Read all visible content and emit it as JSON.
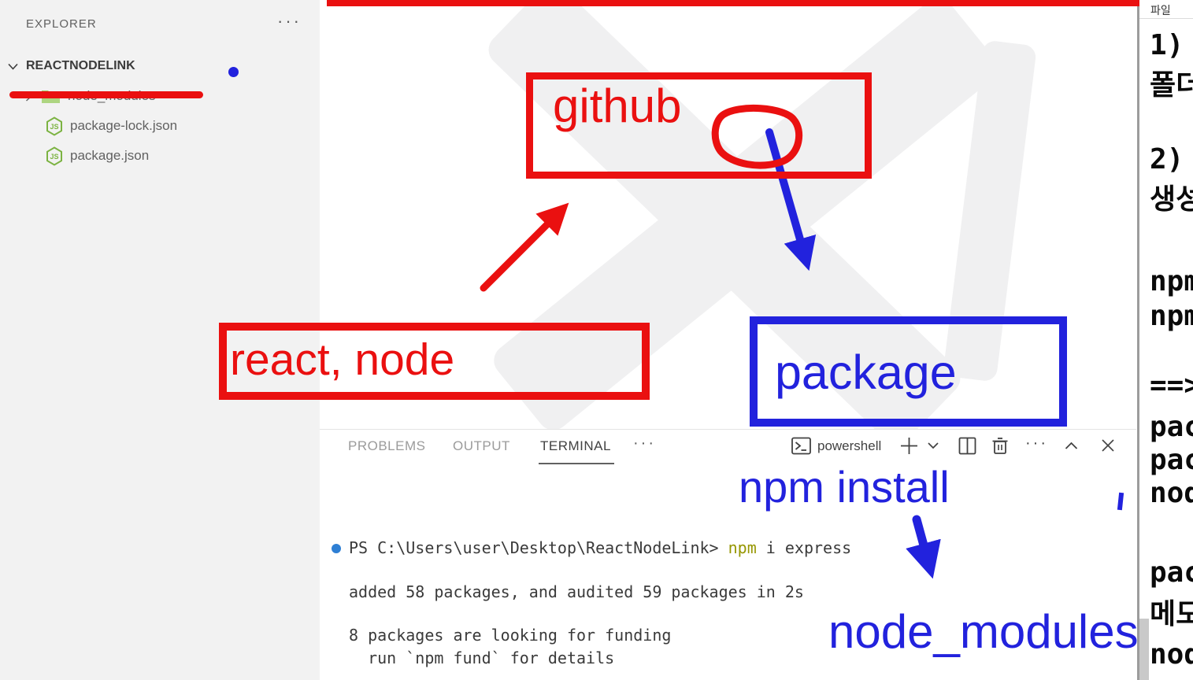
{
  "sidebar": {
    "header": "EXPLORER",
    "more_label": "···",
    "project": "REACTNODELINK",
    "items": [
      {
        "label": "node_modules"
      },
      {
        "label": "package-lock.json"
      },
      {
        "label": "package.json"
      }
    ]
  },
  "panel": {
    "tabs": [
      {
        "label": "PROBLEMS"
      },
      {
        "label": "OUTPUT"
      },
      {
        "label": "TERMINAL"
      }
    ],
    "more_label": "···",
    "shell_name": "powershell"
  },
  "terminal": {
    "prompt": "PS C:\\Users\\user\\Desktop\\ReactNodeLink> ",
    "cmd_npm": "npm",
    "cmd_rest": " i express",
    "out1": "added 58 packages, and audited 59 packages in 2s",
    "out2": "8 packages are looking for funding",
    "out3": "  run `npm fund` for details"
  },
  "side_window": {
    "menu": "파일",
    "lines": [
      {
        "text": "1)"
      },
      {
        "text": "폴더"
      },
      {
        "text": "2)"
      },
      {
        "text": "생성"
      },
      {
        "text": "npm"
      },
      {
        "text": "npm"
      },
      {
        "text": "==>"
      },
      {
        "text": "pac"
      },
      {
        "text": "pac"
      },
      {
        "text": "nod"
      },
      {
        "text": "pac"
      },
      {
        "text": "메모"
      },
      {
        "text": "nod"
      }
    ]
  },
  "annotations": {
    "red": "#ea1010",
    "blue": "#2222dd",
    "github": "github",
    "react_node": "react, node",
    "package": "package",
    "npm_install": "npm install",
    "node_modules": "node_modules"
  }
}
